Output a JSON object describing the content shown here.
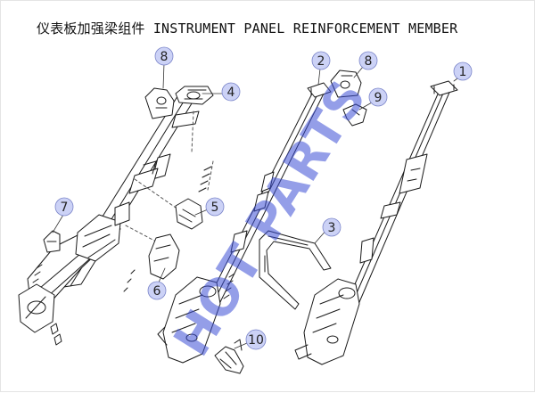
{
  "title": "仪表板加强梁组件 INSTRUMENT PANEL REINFORCEMENT MEMBER",
  "watermark": "HOT PARTS",
  "colors": {
    "callout_fill": "#ccd2f6",
    "callout_stroke": "#7a84c9",
    "line": "#1a1a1a",
    "watermark": "#3d4fd6"
  },
  "callouts": [
    {
      "id": "1",
      "label": "1"
    },
    {
      "id": "2",
      "label": "2"
    },
    {
      "id": "3",
      "label": "3"
    },
    {
      "id": "4",
      "label": "4"
    },
    {
      "id": "5",
      "label": "5"
    },
    {
      "id": "6",
      "label": "6"
    },
    {
      "id": "7",
      "label": "7"
    },
    {
      "id": "8a",
      "label": "8"
    },
    {
      "id": "8b",
      "label": "8"
    },
    {
      "id": "9",
      "label": "9"
    },
    {
      "id": "10",
      "label": "10"
    }
  ]
}
